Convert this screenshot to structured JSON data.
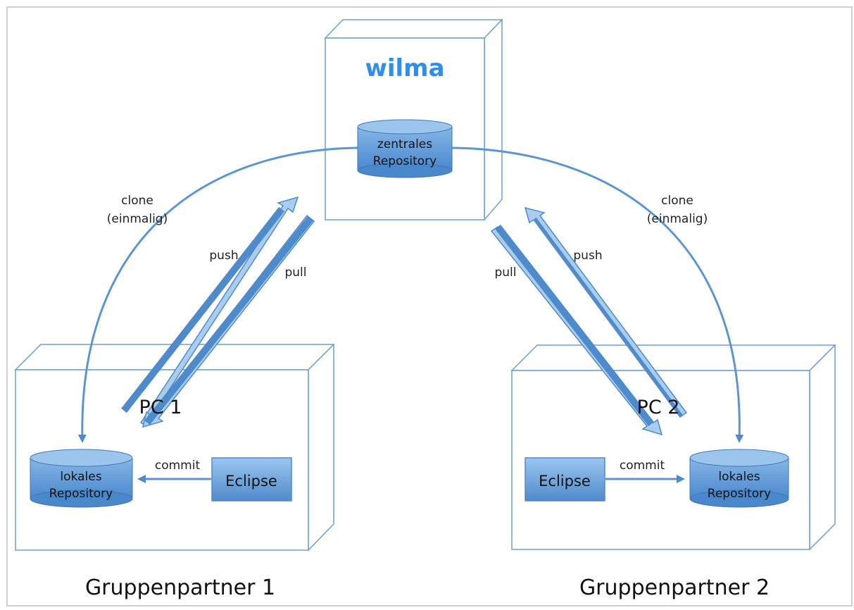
{
  "server": {
    "name": "wilma",
    "repo_line1": "zentrales",
    "repo_line2": "Repository"
  },
  "left": {
    "pc_label": "PC 1",
    "repo_line1": "lokales",
    "repo_line2": "Repository",
    "eclipse": "Eclipse",
    "commit": "commit",
    "clone_line1": "clone",
    "clone_line2": "(einmalig)",
    "push": "push",
    "pull": "pull",
    "group": "Gruppenpartner 1"
  },
  "right": {
    "pc_label": "PC 2",
    "repo_line1": "lokales",
    "repo_line2": "Repository",
    "eclipse": "Eclipse",
    "commit": "commit",
    "clone_line1": "clone",
    "clone_line2": "(einmalig)",
    "push": "push",
    "pull": "pull",
    "group": "Gruppenpartner 2"
  },
  "colors": {
    "box_stroke": "#6f9ed0",
    "arrow": "#4f8bcb",
    "push_fill": "#a9ccef",
    "title": "#2f8fea",
    "cyl_top": "#9cc5ee",
    "cyl_body": "#5b9ad9"
  }
}
